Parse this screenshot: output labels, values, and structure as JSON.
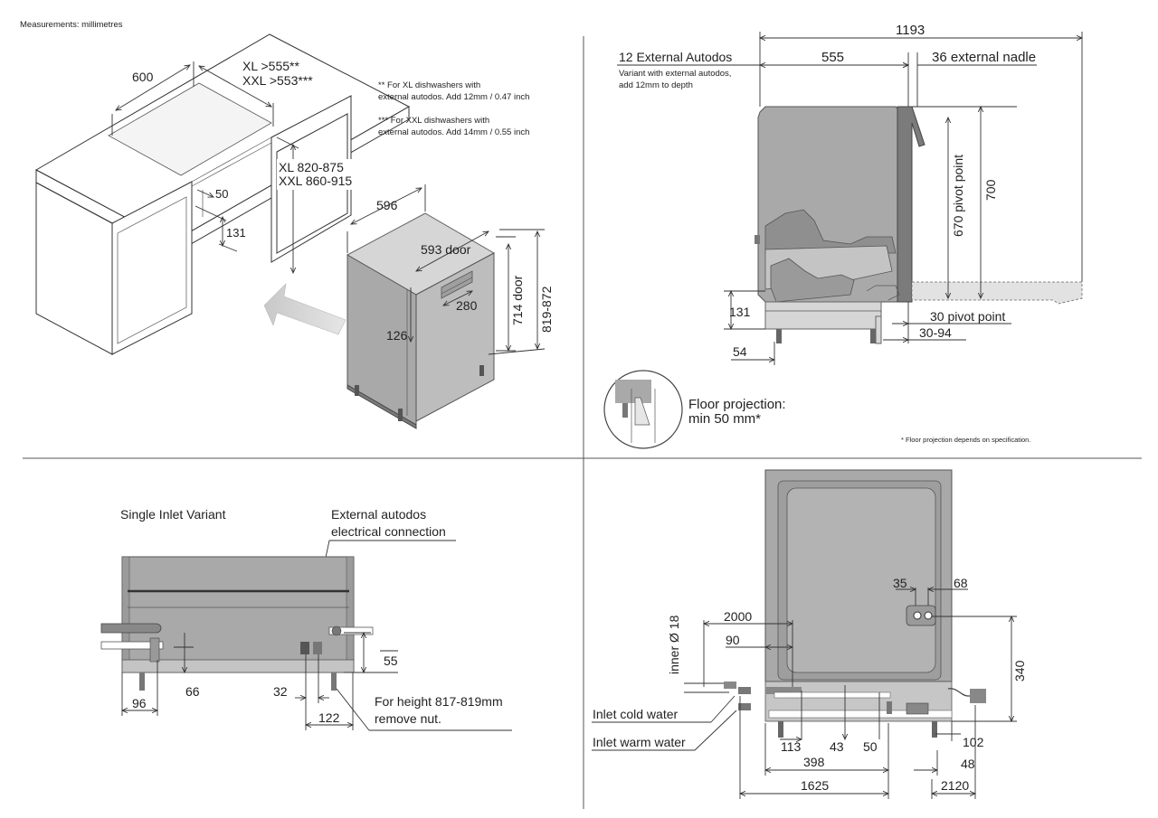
{
  "header": {
    "units_note": "Measurements: millimetres"
  },
  "top_left": {
    "dims": {
      "width_600": "600",
      "xl_depth": "XL >555**",
      "xxl_depth": "XXL >553***",
      "xl_height": "XL 820-875",
      "xxl_height": "XXL 860-915",
      "gap_50": "50",
      "plinth_131": "131",
      "width_596": "596",
      "door_593": "593 door",
      "door_714": "714 door",
      "height_819_872": "819-872",
      "handle_280": "280",
      "offset_126": "126"
    },
    "notes": {
      "xl_line1": "** For XL dishwashers with",
      "xl_line2": "external autodos. Add 12mm / 0.47 inch",
      "xxl_line1": "*** For XXL dishwashers with",
      "xxl_line2": "external autodos. Add 14mm / 0.55 inch"
    }
  },
  "top_right": {
    "labels": {
      "autodos_title": "12 External Autodos",
      "autodos_note1": "Variant with external autodos,",
      "autodos_note2": "add 12mm to depth",
      "depth_1193": "1193",
      "depth_555": "555",
      "nadle_36": "36 external nadle",
      "pivot_670": "670 pivot point",
      "height_700": "700",
      "plinth_131": "131",
      "foot_54": "54",
      "pivot_30": "30 pivot point",
      "range_30_94": "30-94",
      "floor_proj_1": "Floor projection:",
      "floor_proj_2": "min 50 mm*",
      "floor_note": "* Floor projection depends on specification."
    }
  },
  "bottom_left": {
    "labels": {
      "title": "Single Inlet Variant",
      "ext_autodos_1": "External autodos",
      "ext_autodos_2": "electrical connection",
      "d55": "55",
      "d66": "66",
      "d96": "96",
      "d32": "32",
      "d122": "122",
      "nut_1": "For height 817-819mm",
      "nut_2": "remove nut."
    }
  },
  "bottom_right": {
    "labels": {
      "d35": "35",
      "d68": "68",
      "inner_18": "inner Ø 18",
      "d2000": "2000",
      "d90": "90",
      "d340": "340",
      "cold": "Inlet cold water",
      "warm": "Inlet warm water",
      "d113": "113",
      "d43": "43",
      "d50": "50",
      "d102": "102",
      "d398": "398",
      "d48": "48",
      "d1625": "1625",
      "d2120": "2120"
    }
  }
}
